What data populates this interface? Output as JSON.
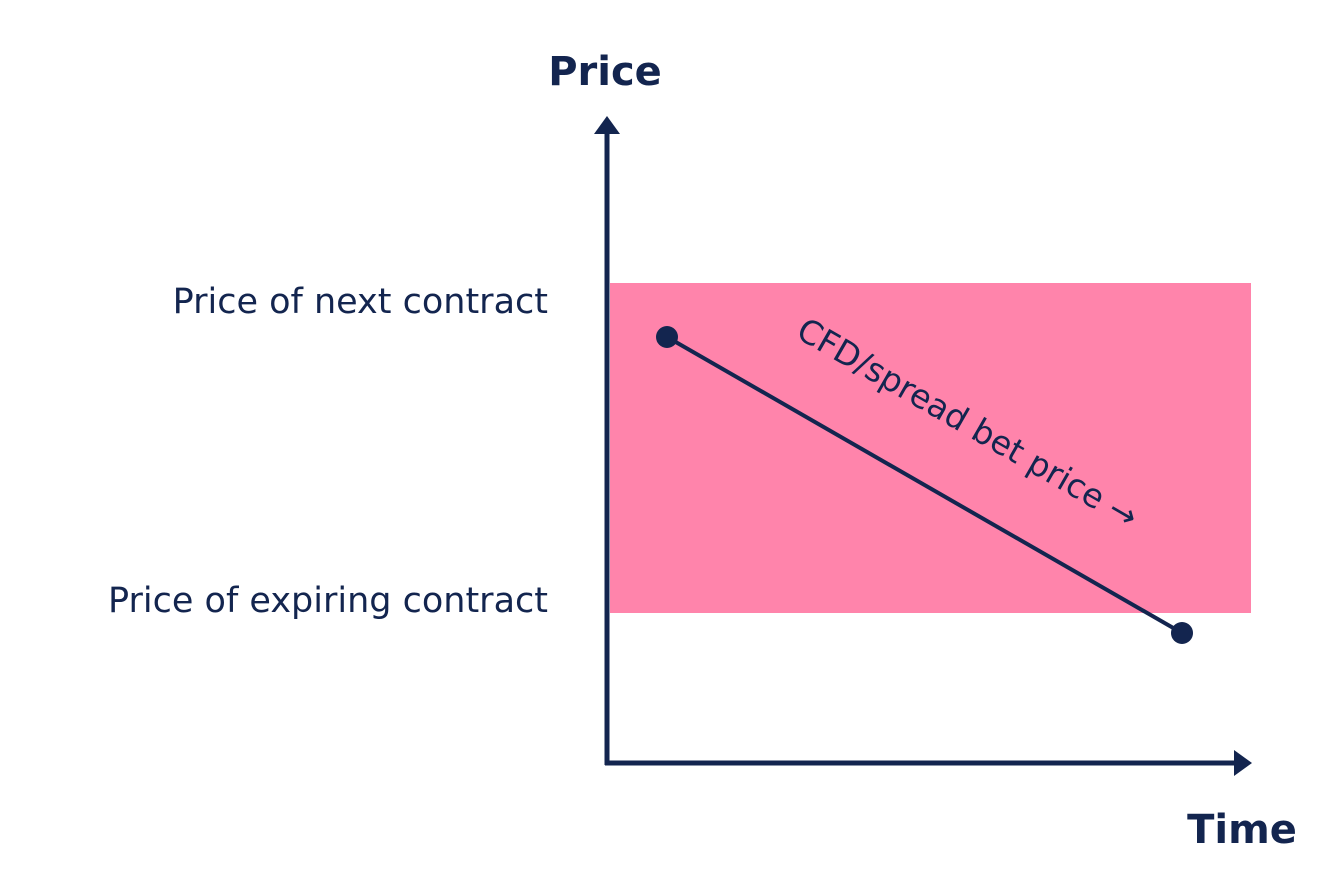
{
  "axes": {
    "y_title": "Price",
    "x_title": "Time"
  },
  "levels": {
    "next_contract_label": "Price of next contract",
    "expiring_contract_label": "Price of expiring contract"
  },
  "line": {
    "label": "CFD/spread bet price →"
  },
  "colors": {
    "ink": "#13254f",
    "band": "#ff84ab",
    "background": "#ffffff"
  }
}
